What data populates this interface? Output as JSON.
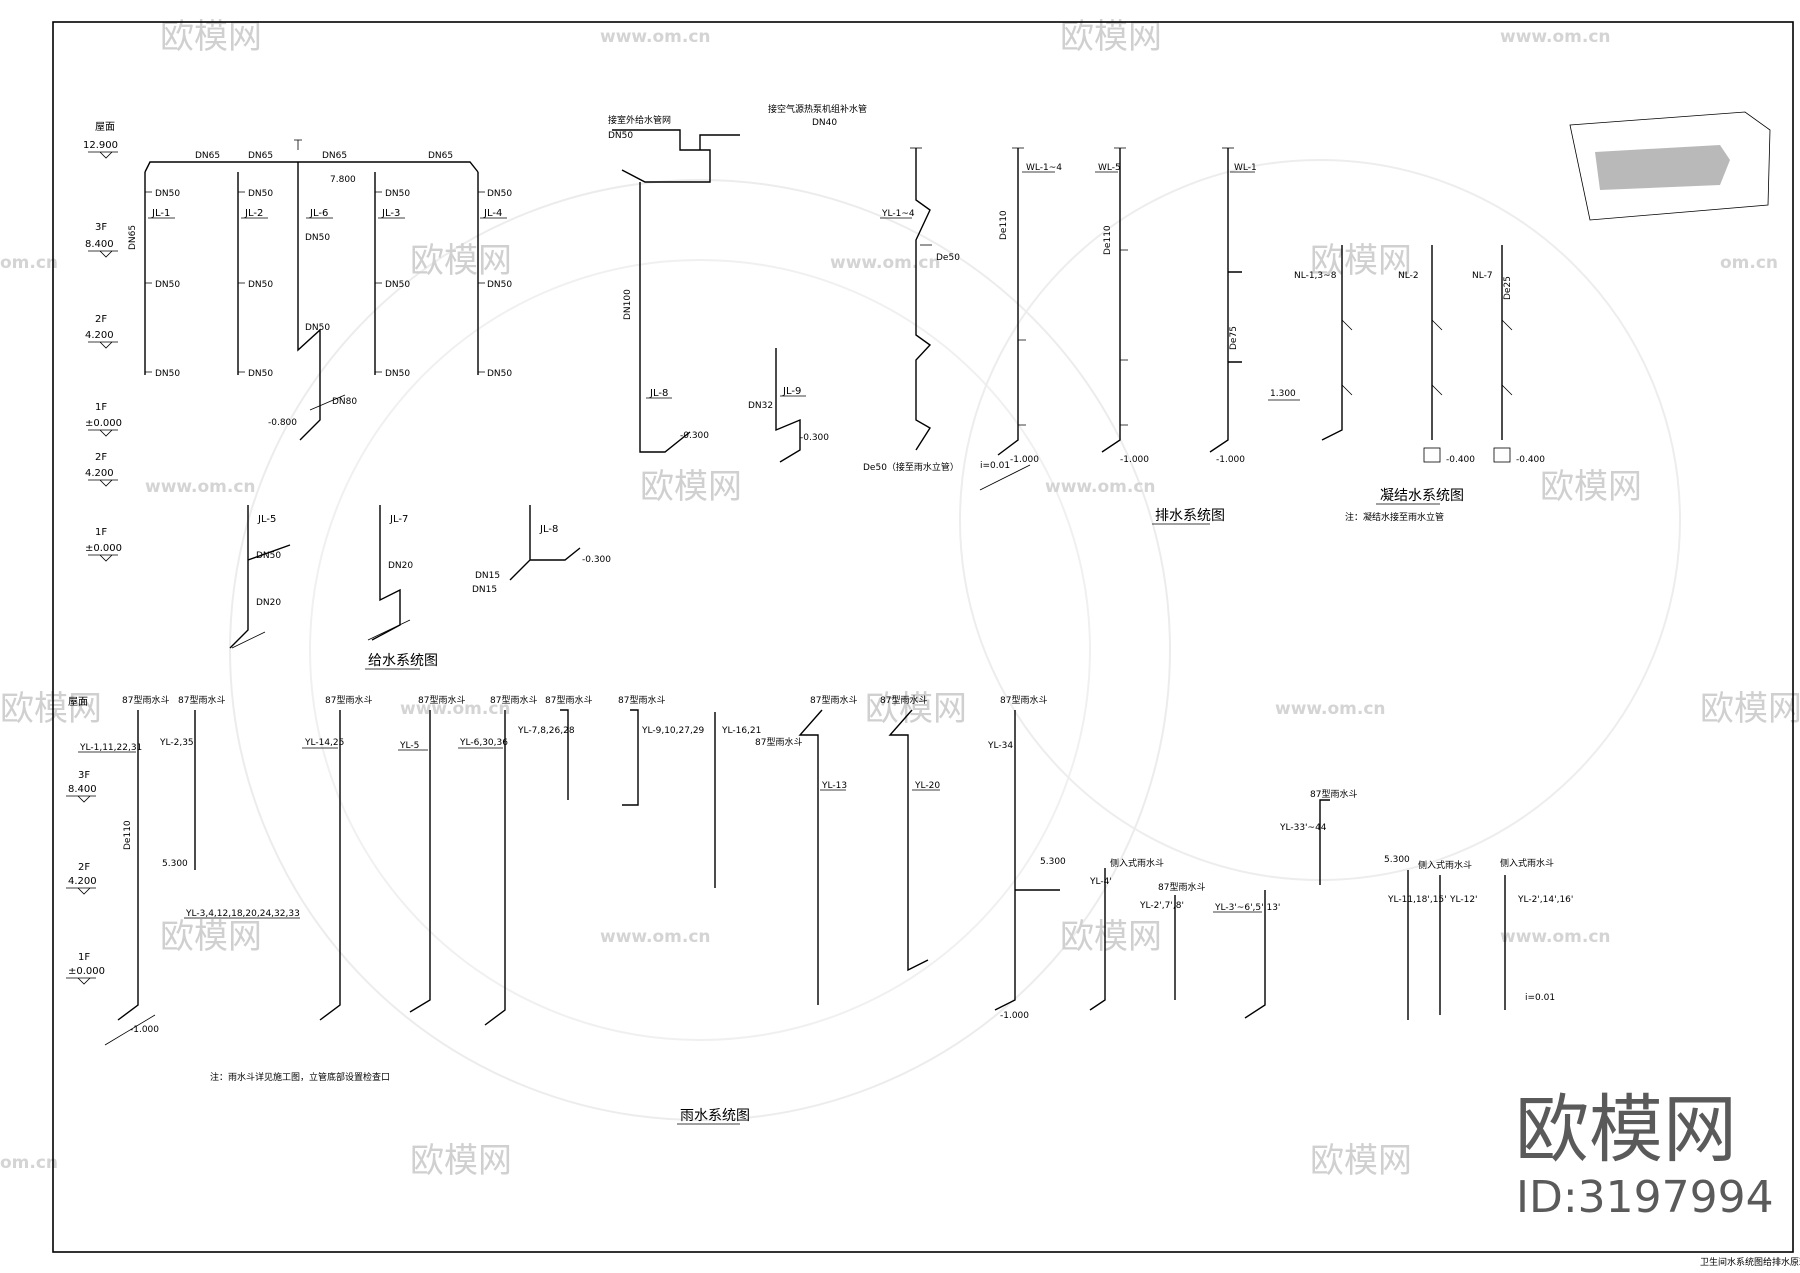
{
  "drawing": {
    "footer_label": "卫生间水系统图给排水原理图",
    "brand": {
      "name": "欧模网",
      "id": "ID:3197994"
    },
    "watermark": {
      "name": "欧模网",
      "url": "www.om.cn",
      "url_partial": "om.cn"
    },
    "sections": {
      "water_supply_title": "给水系统图",
      "drainage_title": "排水系统图",
      "condensate_title": "凝结水系统图",
      "condensate_note": "注：凝结水接至雨水立管",
      "rain_title": "雨水系统图",
      "rain_note": "注：雨水斗详见施工图，立管底部设置检查口"
    },
    "levels": {
      "roof": "屋面",
      "roof_elev": "12.900",
      "f3": "3F",
      "f3_elev": "8.400",
      "f2": "2F",
      "f2_elev": "4.200",
      "f1": "1F",
      "f1_elev": "±0.000",
      "f2b": "2F",
      "f2b_elev": "4.200",
      "f1b": "1F",
      "f1b_elev": "±0.000",
      "rf3": "3F",
      "rf3_elev": "8.400",
      "rf2": "2F",
      "rf2_elev": "4.200",
      "rf1": "1F",
      "rf1_elev": "±0.000",
      "rroof": "屋面"
    },
    "supply_labels": {
      "dn65_1": "DN65",
      "dn65_2": "DN65",
      "dn65_3": "DN65",
      "dn65_4": "DN65",
      "elev_7800": "7.800",
      "jl1": "JL-1",
      "jl2": "JL-2",
      "jl6": "JL-6",
      "jl3": "JL-3",
      "jl4": "JL-4",
      "dn50": "DN50",
      "dn65v": "DN65",
      "elev_m0800": "-0.800",
      "dn80": "DN80",
      "jl5": "JL-5",
      "jl7": "JL-7",
      "jl8": "JL-8",
      "jl9": "JL-9",
      "dn20": "DN20",
      "dn15": "DN15",
      "dn32": "DN32",
      "elev_m0300": "-0.300",
      "dn100": "DN100",
      "dn40": "DN40",
      "jl8b": "JL-8",
      "top_note1": "接室外给水管网",
      "top_note2": "接空气源热泵机组补水管"
    },
    "drainage_labels": {
      "yl1_4": "YL-1~4",
      "wl1_4": "WL-1~4",
      "wl5": "WL-5",
      "wl1": "WL-1",
      "de50": "De50",
      "de110": "De110",
      "de75": "De75",
      "elev_m1000": "-1.000",
      "i001": "i=0.01",
      "bottom_note": "De50（接至雨水立管）",
      "nl1": "NL-1,3~8",
      "nl2": "NL-2",
      "nl7": "NL-7",
      "de25": "De25",
      "elev_1300": "1.300",
      "elev_m0400": "-0.400"
    },
    "rain_labels": {
      "funnel": "87型雨水斗",
      "yl_a": "YL-1,11,22,31",
      "yl_b": "YL-2,35",
      "yl_c": "YL-14,25",
      "yl_d": "YL-5",
      "yl_e": "YL-6,30,36",
      "yl_f": "YL-7,8,26,28",
      "yl_g": "YL-9,10,27,29",
      "yl_h": "YL-16,21",
      "yl_i": "YL-13",
      "yl_j": "YL-20",
      "yl_k": "YL-34",
      "yl_l": "YL-3,4,12,18,20,24,32,33",
      "yl_m": "YL-4'",
      "yl_n": "YL-2',7',8'",
      "yl_o": "YL-3'~6',5',13'",
      "yl_p": "YL-33'~44",
      "yl_q": "YL-11,18',15'",
      "yl_r": "YL-12'",
      "yl_s": "YL-2',14',16'",
      "de110": "De110",
      "elev_5300": "5.300",
      "elev_m1000": "-1.000",
      "i001": "i=0.01",
      "side_funnel": "侧入式雨水斗"
    }
  }
}
